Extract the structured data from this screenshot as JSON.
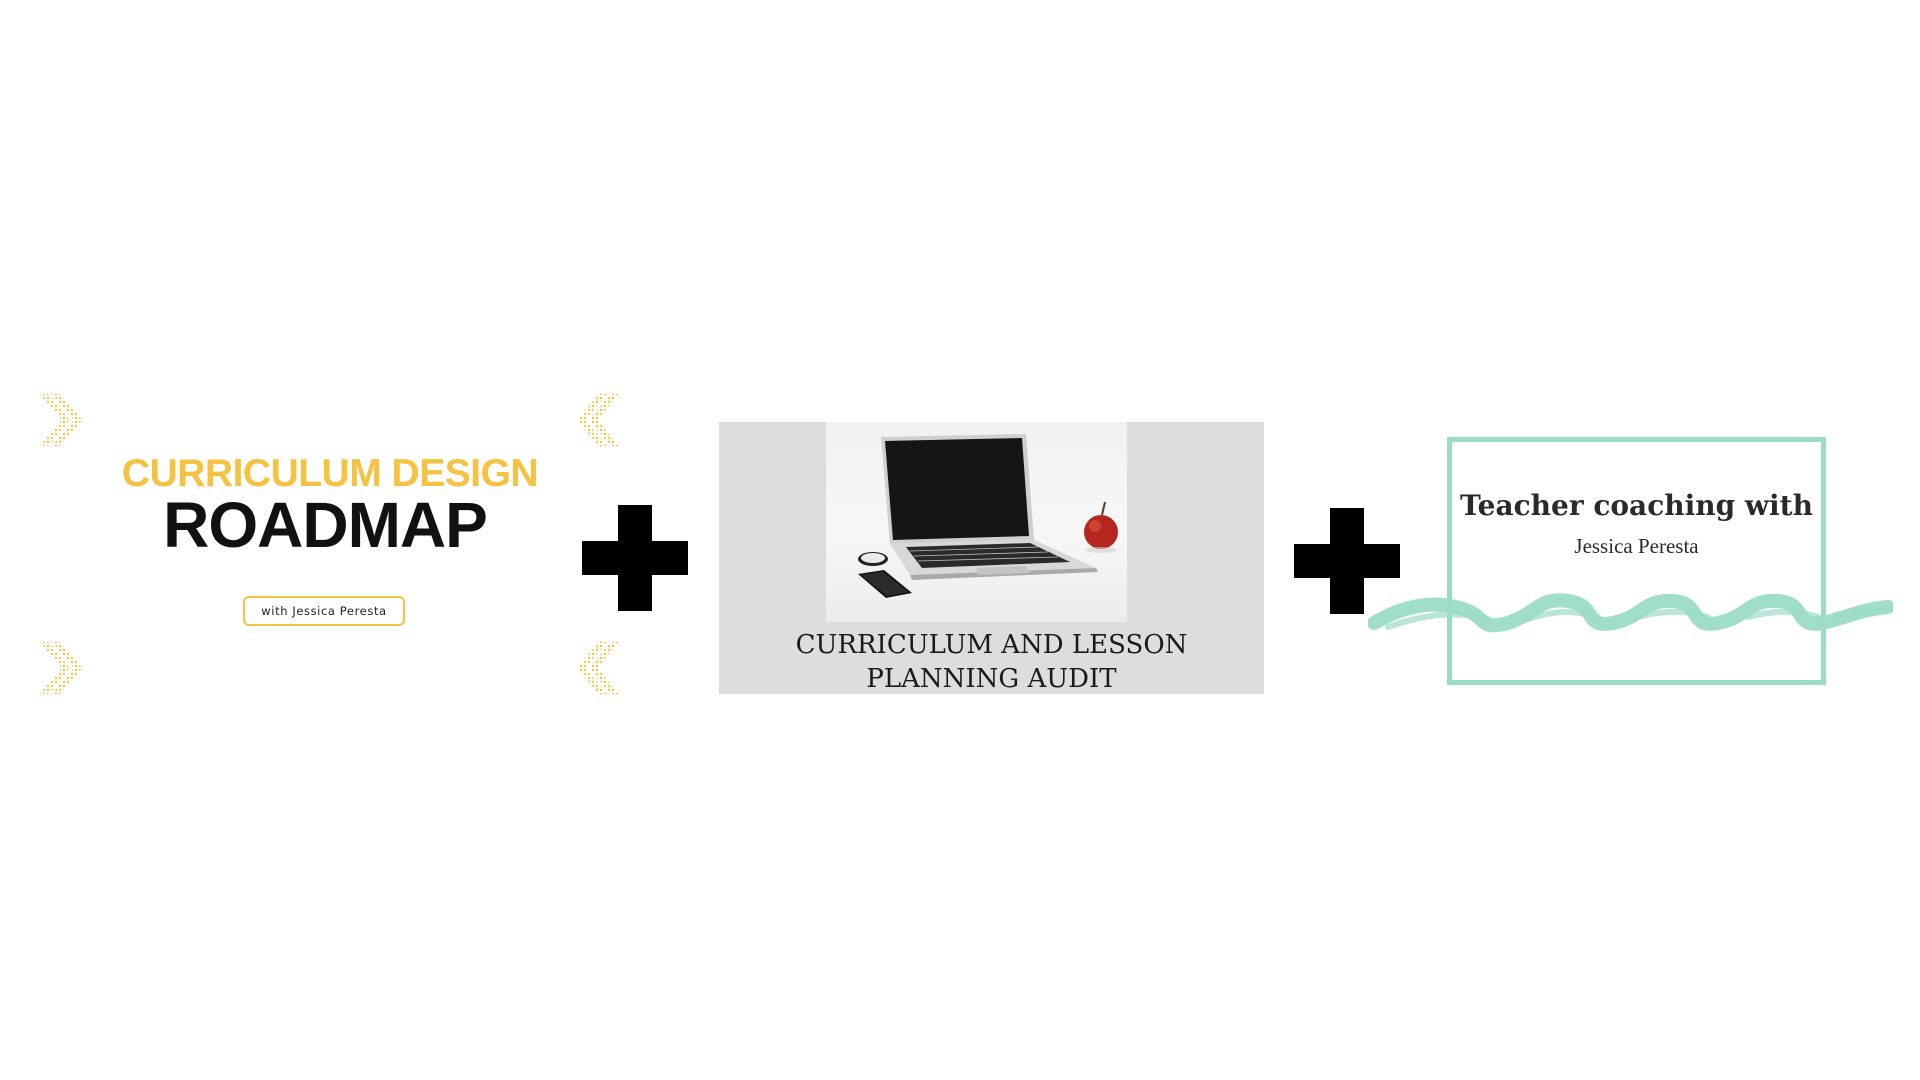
{
  "panels": {
    "roadmap": {
      "subtitle": "CURRICULUM DESIGN",
      "title": "ROADMAP",
      "badge": "with Jessica Peresta",
      "accent_color": "#f5c242"
    },
    "audit": {
      "caption_line1": "CURRICULUM AND LESSON",
      "caption_line2": "PLANNING AUDIT",
      "background_color": "#dddddd",
      "photo_icons": [
        "laptop-icon",
        "phone-icon",
        "clock-icon",
        "apple-icon"
      ]
    },
    "coaching": {
      "title": "Teacher coaching with",
      "subtitle": "Jessica Peresta",
      "frame_color": "#9bdcc6"
    }
  },
  "connectors": {
    "icon": "plus-icon",
    "color": "#000000"
  }
}
